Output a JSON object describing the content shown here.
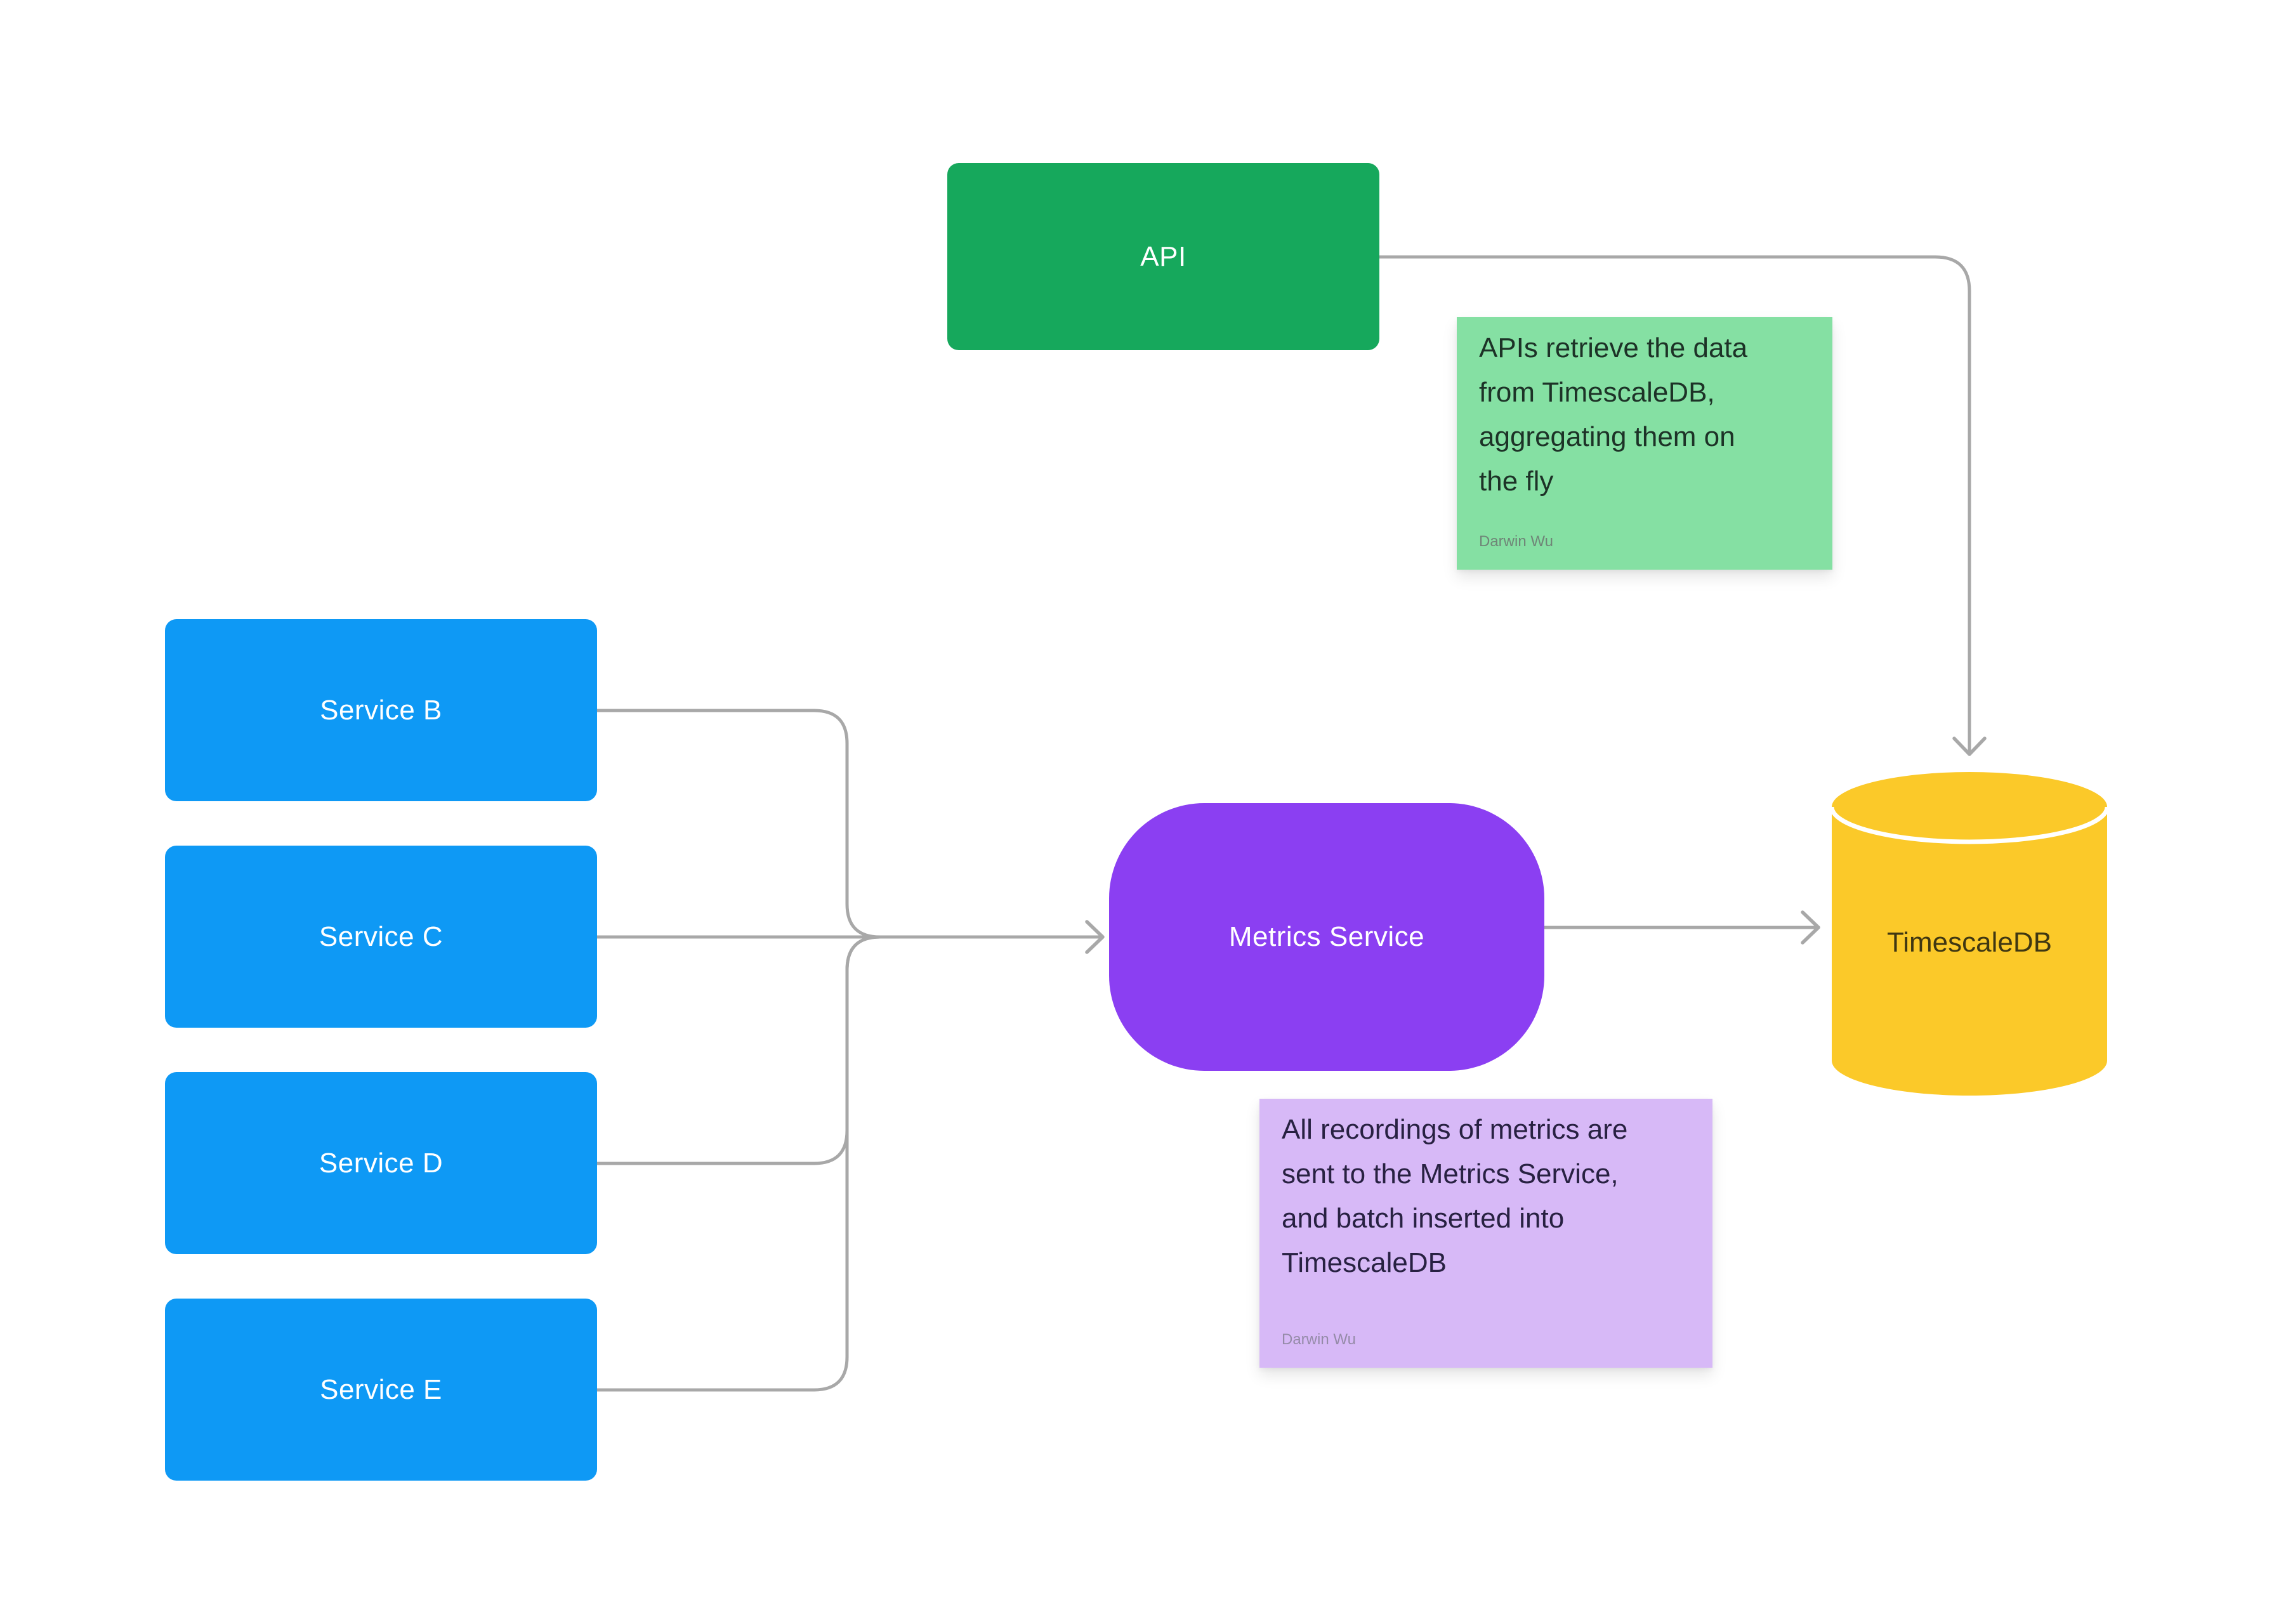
{
  "app": "figjam-style-diagram",
  "nodes": [
    {
      "id": "api",
      "label": "API",
      "shape": "rectangle",
      "color": "#16A85C"
    },
    {
      "id": "service-b",
      "label": "Service B",
      "shape": "rectangle",
      "color": "#0E99F5"
    },
    {
      "id": "service-c",
      "label": "Service C",
      "shape": "rectangle",
      "color": "#0E99F5"
    },
    {
      "id": "service-d",
      "label": "Service D",
      "shape": "rectangle",
      "color": "#0E99F5"
    },
    {
      "id": "service-e",
      "label": "Service E",
      "shape": "rectangle",
      "color": "#0E99F5"
    },
    {
      "id": "metrics",
      "label": "Metrics Service",
      "shape": "pill",
      "color": "#8B3FF2"
    },
    {
      "id": "timescaledb",
      "label": "TimescaleDB",
      "shape": "cylinder",
      "color": "#FBC929"
    }
  ],
  "stickies": [
    {
      "id": "sticky-api",
      "text": "APIs retrieve the data\nfrom TimescaleDB,\naggregating them on\nthe fly",
      "author": "Darwin Wu",
      "color": "#85E0A3"
    },
    {
      "id": "sticky-metrics",
      "text": "All recordings of metrics are\nsent to the Metrics Service,\nand batch inserted into\nTimescaleDB",
      "author": "Darwin Wu",
      "color": "#D7B9F7"
    }
  ],
  "edges": [
    {
      "from": "API",
      "to": "TimescaleDB"
    },
    {
      "from": "Service B",
      "to": "Metrics Service"
    },
    {
      "from": "Service C",
      "to": "Metrics Service"
    },
    {
      "from": "Service D",
      "to": "Metrics Service"
    },
    {
      "from": "Service E",
      "to": "Metrics Service"
    },
    {
      "from": "Metrics Service",
      "to": "TimescaleDB"
    }
  ],
  "colors": {
    "node_green": "#16A85C",
    "node_blue": "#0E99F5",
    "node_purple": "#8B3FF2",
    "node_yellow": "#FBC929",
    "sticky_green": "#85E0A3",
    "sticky_purple": "#D7B9F7",
    "connector_gray": "#A8A8A8",
    "label_light": "#FFFFFF",
    "label_dark_yellow": "#3F3712",
    "sticky_text_green": "#1D3227",
    "sticky_text_purple": "#282142",
    "author_gray_green": "#6F8577",
    "author_gray_purple": "#958BA8"
  }
}
